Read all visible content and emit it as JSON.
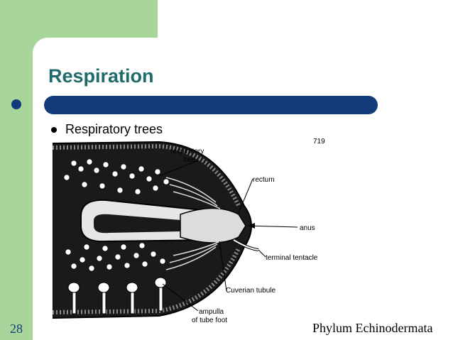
{
  "slide": {
    "title": "Respiration",
    "bullet": "Respiratory trees",
    "page_number": "28",
    "footer": "Phylum Echinodermata"
  },
  "figure": {
    "page_ref": "719",
    "labels": {
      "respiratory_tree_line1": "respiratory",
      "respiratory_tree_line2": "tree",
      "rectum": "rectum",
      "anus": "anus",
      "terminal_tentacle": "terminal tentacle",
      "cuverian_tubule": "Cuverian tubule",
      "ampulla_line1": "ampulla",
      "ampulla_line2": "of tube foot"
    }
  },
  "colors": {
    "background_green": "#a8d59a",
    "title_text": "#1f6b6b",
    "title_bar": "#123b7a",
    "page_number": "#123b7a"
  }
}
